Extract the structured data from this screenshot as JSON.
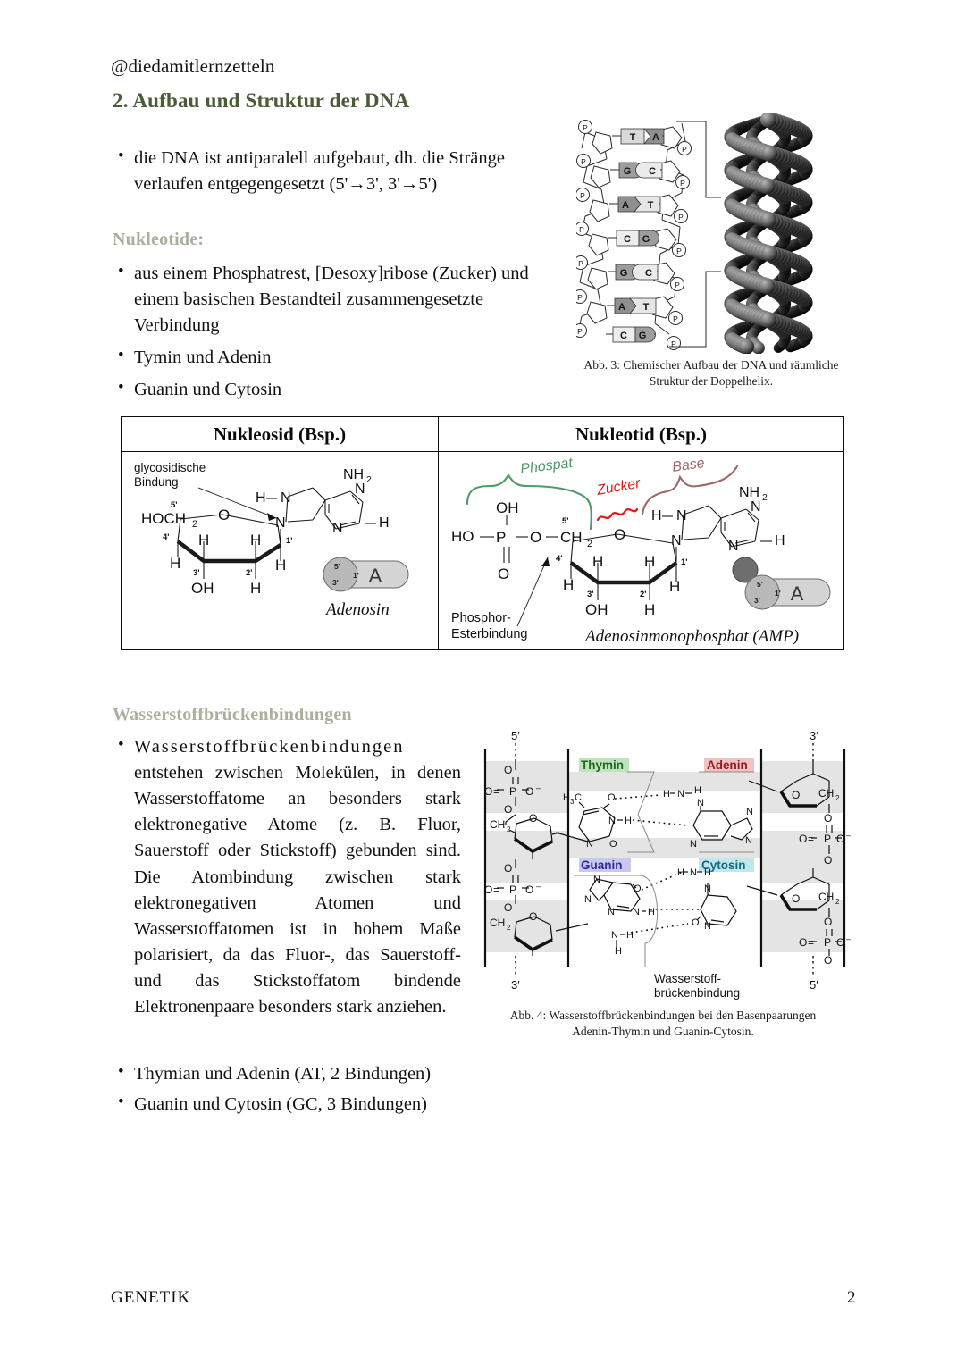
{
  "document": {
    "handle": "@diedamitlernzetteln",
    "heading": "2. Aufbau und Struktur der DNA",
    "footer_left": "GENETIK",
    "footer_page": "2"
  },
  "sections": [
    {
      "bullets": [
        "die DNA ist antiparalell aufgebaut, dh. die Stränge verlaufen entgegengesetzt (5'→3', 3'→5')"
      ]
    },
    {
      "subhead": "Nukleotide:",
      "bullets": [
        "aus einem Phosphatrest, [Desoxy]ribose (Zucker) und einem basischen Bestandteil zusammengesetzte Verbindung",
        "Tymin und Adenin",
        "Guanin und Cytosin"
      ]
    },
    {
      "subhead": "Wasserstoffbrückenbindungen",
      "body": "Wasserstoffbrückenbindungen entstehen zwischen Molekülen, in denen Wasserstoffatome an besonders stark elektronegative Atome (z. B. Fluor, Sauerstoff oder Stickstoff) gebunden sind. Die Atombindung zwischen stark elektronegativen Atomen und Wasserstoffatomen ist in hohem Maße polarisiert, da das Fluor-, das Sauerstoff- und das Stickstoffatom bindende Elektronenpaare besonders stark anziehen.",
      "body_first_word": "Wasserstoffbrückenbindungen",
      "bullets_after": [
        "Thymian und Adenin (AT, 2 Bindungen)",
        "Guanin und Cytosin (GC, 3 Bindungen)"
      ]
    }
  ],
  "figure3": {
    "caption_line1": "Abb. 3: Chemischer Aufbau der DNA und räumliche",
    "caption_line2": "Struktur der Doppelhelix.",
    "phosphate_label": "P",
    "base_pairs": [
      {
        "left": "T",
        "right": "A",
        "left_shade": "light",
        "right_shade": "dark"
      },
      {
        "left": "G",
        "right": "C",
        "left_shade": "dark",
        "right_shade": "light"
      },
      {
        "left": "A",
        "right": "T",
        "left_shade": "dark",
        "right_shade": "light"
      },
      {
        "left": "C",
        "right": "G",
        "left_shade": "light",
        "right_shade": "dark"
      },
      {
        "left": "G",
        "right": "C",
        "left_shade": "dark",
        "right_shade": "light"
      },
      {
        "left": "A",
        "right": "T",
        "left_shade": "dark",
        "right_shade": "light"
      },
      {
        "left": "C",
        "right": "G",
        "left_shade": "light",
        "right_shade": "dark"
      }
    ]
  },
  "table": {
    "header_left": "Nukleosid (Bsp.)",
    "header_right": "Nukleotid (Bsp.)",
    "nucleoside": {
      "annotation": "glycosidische\nBindung",
      "annotation_line1": "glycosidische",
      "annotation_line2": "Bindung",
      "sugar_c5": "HOCH",
      "sugar_c5_sub": "2",
      "labels": [
        "5'",
        "4'",
        "3'",
        "2'",
        "1'",
        "O",
        "H",
        "OH",
        "H",
        "H",
        "H"
      ],
      "base_labels": [
        "NH",
        "N",
        "N",
        "N",
        "N",
        "H",
        "H"
      ],
      "name": "Adenosin",
      "pill_letter": "A",
      "pill_marks": [
        "5'",
        "3'",
        "1'"
      ]
    },
    "nucleotide": {
      "hand_phosphat": "Phospat",
      "hand_zucker": "Zucker",
      "hand_base": "Base",
      "phosphor_label_line1": "Phosphor-",
      "phosphor_label_line2": "Esterbindung",
      "name": "Adenosinmonophosphat (AMP)",
      "pill_letter": "A",
      "atoms": [
        "HO",
        "P",
        "O",
        "OH",
        "O",
        "CH",
        "O",
        "OH",
        "H",
        "H",
        "H",
        "H"
      ],
      "colors": {
        "phosphat": "#4e9a6a",
        "zucker": "#e01b1b",
        "base": "#9c6a6a"
      }
    }
  },
  "figure4": {
    "caption_line1": "Abb. 4: Wasserstoffbrückenbindungen bei den Basenpaarungen",
    "caption_line2": "Adenin-Thymin und Guanin-Cytosin.",
    "end_labels": {
      "top_left": "5'",
      "top_right": "3'",
      "bottom_left": "3'",
      "bottom_right": "5'"
    },
    "bases": [
      {
        "name": "Thymin",
        "highlight": "#bfe3bf",
        "color": "#1d6b1d"
      },
      {
        "name": "Adenin",
        "highlight": "#f2c2c2",
        "color": "#8b1a1a"
      },
      {
        "name": "Guanin",
        "highlight": "#c9c9ef",
        "color": "#2a2a9c"
      },
      {
        "name": "Cytosin",
        "highlight": "#bfe7ef",
        "color": "#136b7a"
      }
    ],
    "hbond_label_line1": "Wasserstoff-",
    "hbond_label_line2": "brückenbindung",
    "backbone_atoms": [
      "O",
      "P",
      "O",
      "O",
      "CH",
      "O"
    ]
  },
  "theme": {
    "heading_color": "#4a5c37",
    "subhead_color": "#a9b09c",
    "text_color": "#111111",
    "page_bg": "#ffffff"
  }
}
